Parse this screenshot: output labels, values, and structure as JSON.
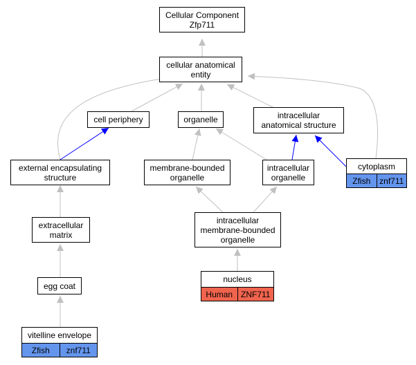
{
  "colors": {
    "edge_gray": "#c0c0c0",
    "edge_blue": "#0000ff",
    "zfish_tag": "#6495ed",
    "human_tag": "#f0644e"
  },
  "nodes": {
    "root": {
      "label": "Cellular Component\nZfp711"
    },
    "cellular_anatomical_entity": {
      "label": "cellular anatomical\nentity"
    },
    "cell_periphery": {
      "label": "cell periphery"
    },
    "organelle": {
      "label": "organelle"
    },
    "intracellular_anatomical_structure": {
      "label": "intracellular\nanatomical structure"
    },
    "external_encapsulating_structure": {
      "label": "external encapsulating\nstructure"
    },
    "membrane_bounded_organelle": {
      "label": "membrane-bounded\norganelle"
    },
    "intracellular_organelle": {
      "label": "intracellular\norganelle"
    },
    "cytoplasm": {
      "label": "cytoplasm",
      "species": "Zfish",
      "gene": "znf711"
    },
    "extracellular_matrix": {
      "label": "extracellular\nmatrix"
    },
    "intracellular_membrane_bounded_organelle": {
      "label": "intracellular\nmembrane-bounded\norganelle"
    },
    "egg_coat": {
      "label": "egg coat"
    },
    "nucleus": {
      "label": "nucleus",
      "species": "Human",
      "gene": "ZNF711"
    },
    "vitelline_envelope": {
      "label": "vitelline envelope",
      "species": "Zfish",
      "gene": "znf711"
    }
  }
}
